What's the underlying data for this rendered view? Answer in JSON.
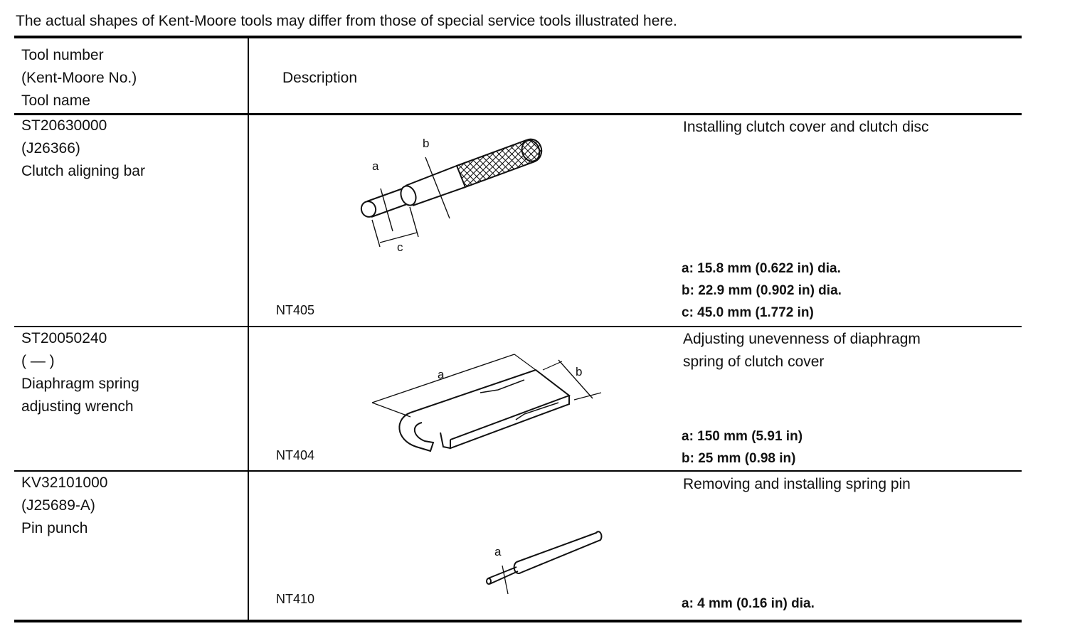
{
  "intro": "The actual shapes of Kent-Moore tools may differ from those of special service tools illustrated here.",
  "header": {
    "tool_col": [
      "Tool number",
      "(Kent-Moore No.)",
      "Tool name"
    ],
    "description": "Description"
  },
  "rows": [
    {
      "number": "ST20630000",
      "kent_moore": "(J26366)",
      "name_lines": [
        "Clutch aligning bar"
      ],
      "desc_lines": [
        "Installing clutch cover and clutch disc"
      ],
      "specs": [
        "a: 15.8 mm (0.622 in) dia.",
        "b: 22.9 mm (0.902 in) dia.",
        "c: 45.0 mm (1.772 in)"
      ],
      "code": "NT405",
      "labels": [
        "a",
        "b",
        "c"
      ]
    },
    {
      "number": "ST20050240",
      "kent_moore": "( — )",
      "name_lines": [
        "Diaphragm spring",
        "adjusting wrench"
      ],
      "desc_lines": [
        "Adjusting unevenness of diaphragm",
        "spring of clutch cover"
      ],
      "specs": [
        "a: 150 mm (5.91 in)",
        "b: 25 mm (0.98 in)"
      ],
      "code": "NT404",
      "labels": [
        "a",
        "b"
      ]
    },
    {
      "number": "KV32101000",
      "kent_moore": "(J25689-A)",
      "name_lines": [
        "Pin punch"
      ],
      "desc_lines": [
        "Removing and installing spring pin"
      ],
      "specs": [
        "a: 4 mm (0.16 in) dia."
      ],
      "code": "NT410",
      "labels": [
        "a"
      ]
    }
  ]
}
